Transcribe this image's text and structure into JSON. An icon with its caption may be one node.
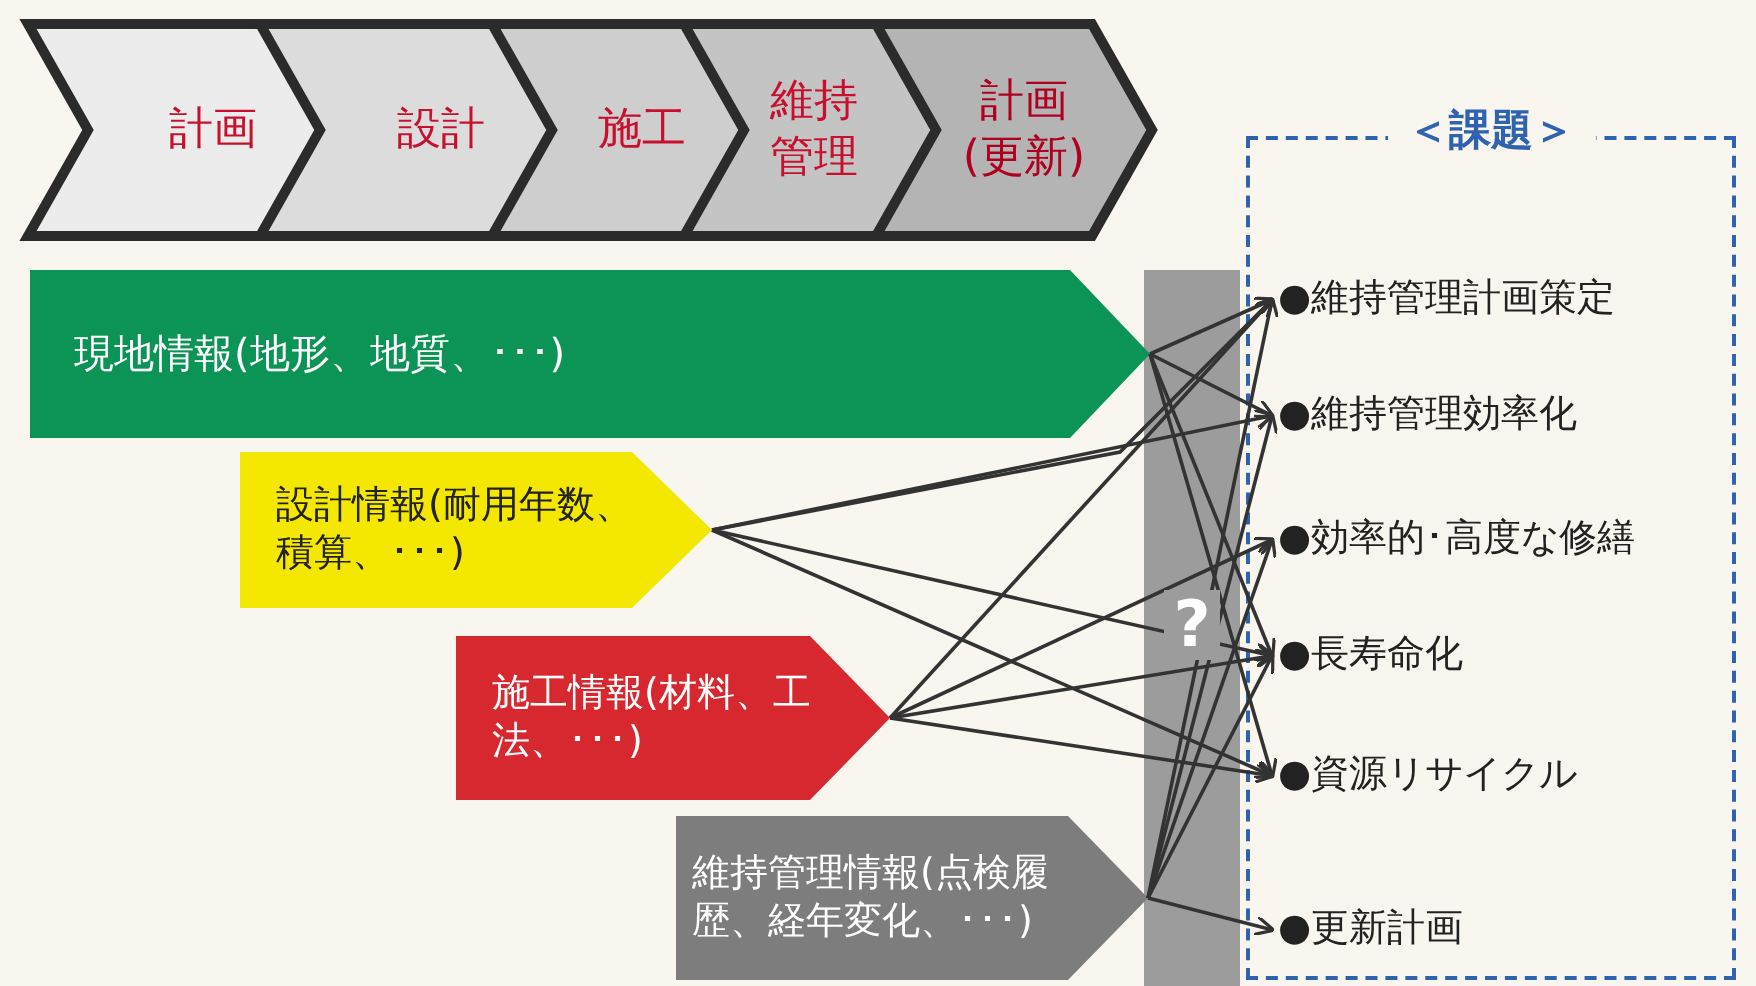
{
  "diagram": {
    "nodes": [
      {
        "text": [
          "計画"
        ]
      },
      {
        "text": [
          "設計"
        ]
      },
      {
        "text": [
          "施工"
        ]
      },
      {
        "text": [
          "維持管理"
        ]
      },
      {
        "text": [
          "計画(更新)"
        ]
      },
      {
        "text": [
          "現地情報(地形、地質、･･･)"
        ]
      },
      {
        "text": [
          "設計情報(耐用年数、積算、･･･)"
        ]
      },
      {
        "text": [
          "施工情報(材料、工法、･･･)"
        ]
      },
      {
        "text": [
          "維持管理情報(点検履歴、経年変化、･･･)"
        ]
      },
      {
        "text": [
          "＜課題＞"
        ]
      },
      {
        "text": [
          "●維持管理計画策定"
        ],
        "in": 9
      },
      {
        "text": [
          "●維持管理効率化"
        ],
        "in": 9
      },
      {
        "text": [
          "●効率的･高度な修繕"
        ],
        "in": 9
      },
      {
        "text": [
          "●長寿命化"
        ],
        "in": 9
      },
      {
        "text": [
          "●資源リサイクル"
        ],
        "in": 9
      },
      {
        "text": [
          "●更新計画"
        ],
        "in": 9
      }
    ],
    "edges": [
      {
        "from": 5,
        "to": 10,
        "arrow": "to"
      },
      {
        "from": 5,
        "to": 11,
        "arrow": "to"
      },
      {
        "from": 5,
        "to": 13,
        "arrow": "to"
      },
      {
        "from": 5,
        "to": 14,
        "arrow": "to"
      },
      {
        "from": 6,
        "to": 10,
        "arrow": "to"
      },
      {
        "from": 6,
        "to": 11,
        "arrow": "to"
      },
      {
        "from": 6,
        "to": 13,
        "arrow": "to"
      },
      {
        "from": 6,
        "to": 14,
        "arrow": "to"
      },
      {
        "from": 7,
        "to": 10,
        "arrow": "to"
      },
      {
        "from": 7,
        "to": 12,
        "arrow": "to"
      },
      {
        "from": 7,
        "to": 13,
        "arrow": "to"
      },
      {
        "from": 7,
        "to": 14,
        "arrow": "to"
      },
      {
        "from": 8,
        "to": 10,
        "arrow": "to"
      },
      {
        "from": 8,
        "to": 11,
        "arrow": "to"
      },
      {
        "from": 8,
        "to": 12,
        "arrow": "to"
      },
      {
        "from": 8,
        "to": 13,
        "arrow": "to"
      },
      {
        "from": 8,
        "to": 15,
        "arrow": "to"
      }
    ],
    "labels": [
      "?"
    ]
  }
}
